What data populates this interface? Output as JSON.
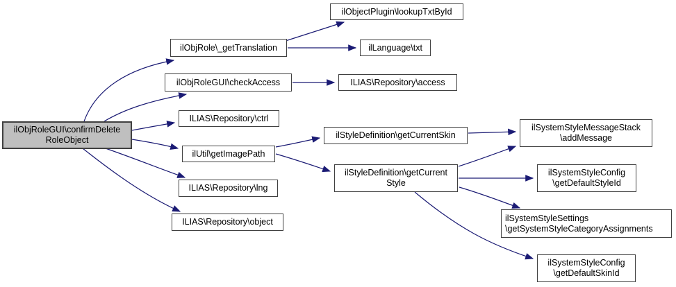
{
  "diagram": {
    "type": "call-graph",
    "colors": {
      "edge": "#1b1b74",
      "node_border": "#404040",
      "node_fill": "#ffffff",
      "highlight_fill": "#bfbfbf",
      "text": "#000000",
      "background": "#ffffff"
    },
    "nodes": [
      {
        "id": "confirm-delete-role-object",
        "label": "ilObjRoleGUI\\confirmDelete\nRoleObject",
        "highlighted": true
      },
      {
        "id": "lookup-txt-by-id",
        "label": "ilObjectPlugin\\lookupTxtById"
      },
      {
        "id": "get-translation",
        "label": "ilObjRole\\_getTranslation"
      },
      {
        "id": "language-txt",
        "label": "ilLanguage\\txt"
      },
      {
        "id": "check-access",
        "label": "ilObjRoleGUI\\checkAccess"
      },
      {
        "id": "repository-access",
        "label": "ILIAS\\Repository\\access"
      },
      {
        "id": "repository-ctrl",
        "label": "ILIAS\\Repository\\ctrl"
      },
      {
        "id": "get-image-path",
        "label": "ilUtil\\getImagePath"
      },
      {
        "id": "get-current-skin",
        "label": "ilStyleDefinition\\getCurrentSkin"
      },
      {
        "id": "get-current-style",
        "label": "ilStyleDefinition\\getCurrent\nStyle"
      },
      {
        "id": "repository-lng",
        "label": "ILIAS\\Repository\\lng"
      },
      {
        "id": "repository-object",
        "label": "ILIAS\\Repository\\object"
      },
      {
        "id": "add-message",
        "label": "ilSystemStyleMessageStack\n\\addMessage"
      },
      {
        "id": "get-default-style-id",
        "label": "ilSystemStyleConfig\n\\getDefaultStyleId"
      },
      {
        "id": "category-assignments",
        "label": "ilSystemStyleSettings\n\\getSystemStyleCategoryAssignments"
      },
      {
        "id": "get-default-skin-id",
        "label": "ilSystemStyleConfig\n\\getDefaultSkinId"
      }
    ],
    "edges": [
      {
        "from": "confirm-delete-role-object",
        "to": "get-translation"
      },
      {
        "from": "confirm-delete-role-object",
        "to": "check-access"
      },
      {
        "from": "confirm-delete-role-object",
        "to": "repository-ctrl"
      },
      {
        "from": "confirm-delete-role-object",
        "to": "get-image-path"
      },
      {
        "from": "confirm-delete-role-object",
        "to": "repository-lng"
      },
      {
        "from": "confirm-delete-role-object",
        "to": "repository-object"
      },
      {
        "from": "get-translation",
        "to": "lookup-txt-by-id"
      },
      {
        "from": "get-translation",
        "to": "language-txt"
      },
      {
        "from": "check-access",
        "to": "repository-access"
      },
      {
        "from": "get-image-path",
        "to": "get-current-skin"
      },
      {
        "from": "get-image-path",
        "to": "get-current-style"
      },
      {
        "from": "get-current-skin",
        "to": "add-message"
      },
      {
        "from": "get-current-style",
        "to": "add-message"
      },
      {
        "from": "get-current-style",
        "to": "get-default-style-id"
      },
      {
        "from": "get-current-style",
        "to": "category-assignments"
      },
      {
        "from": "get-current-style",
        "to": "get-default-skin-id"
      }
    ]
  }
}
